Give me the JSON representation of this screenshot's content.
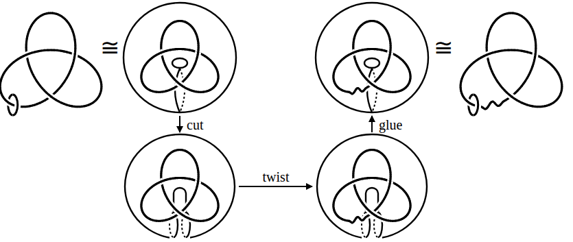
{
  "diagram": {
    "labels": [
      "≅",
      "cut",
      "twist",
      "glue",
      "≅"
    ]
  }
}
